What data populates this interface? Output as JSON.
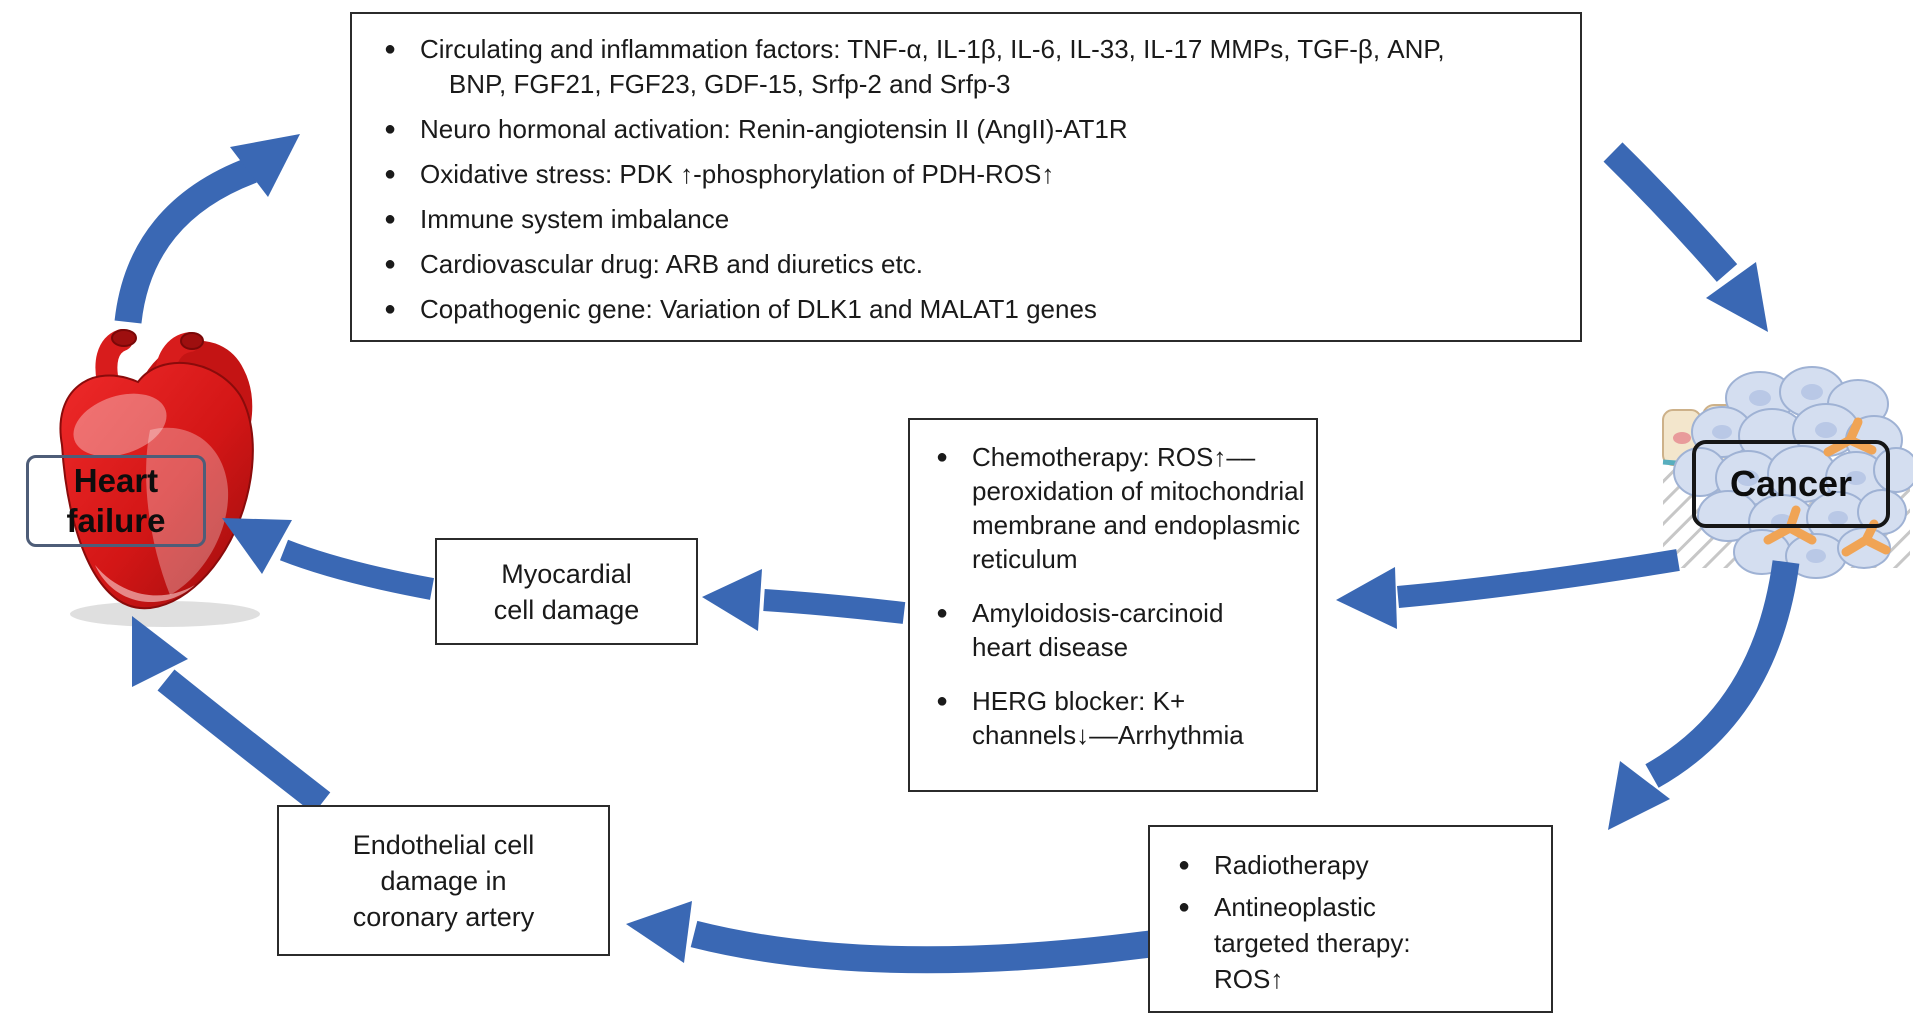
{
  "bullet": "●",
  "heart_label": "Heart\nfailure",
  "cancer_label": "Cancer",
  "top_box": {
    "items": [
      "Circulating and inflammation factors: TNF-α, IL-1β, IL-6, IL-33, IL-17 MMPs, TGF-β, ANP,\n    BNP, FGF21, FGF23, GDF-15, Srfp-2 and Srfp-3",
      "Neuro hormonal activation: Renin-angiotensin II (AngII)-AT1R",
      "Oxidative stress: PDK ↑-phosphorylation of PDH-ROS↑",
      "Immune system imbalance",
      "Cardiovascular drug: ARB and diuretics etc.",
      "Copathogenic gene: Variation of DLK1 and MALAT1 genes"
    ]
  },
  "chemo_box": {
    "items": [
      "Chemotherapy: ROS↑––\nperoxidation of mitochondrial\nmembrane and endoplasmic\nreticulum",
      "Amyloidosis-carcinoid\nheart disease",
      "HERG blocker: K+\nchannels↓––Arrhythmia"
    ]
  },
  "radio_box": {
    "items": [
      "Radiotherapy",
      "Antineoplastic\ntargeted therapy:\nROS↑"
    ]
  },
  "myocardial_box": "Myocardial\ncell damage",
  "endothelial_box": "Endothelial cell\ndamage in\ncoronary artery",
  "colors": {
    "arrow": "#3a68b4",
    "heart": "#d31616",
    "cell": "#d4def0",
    "ink": "#1a1a1a"
  }
}
